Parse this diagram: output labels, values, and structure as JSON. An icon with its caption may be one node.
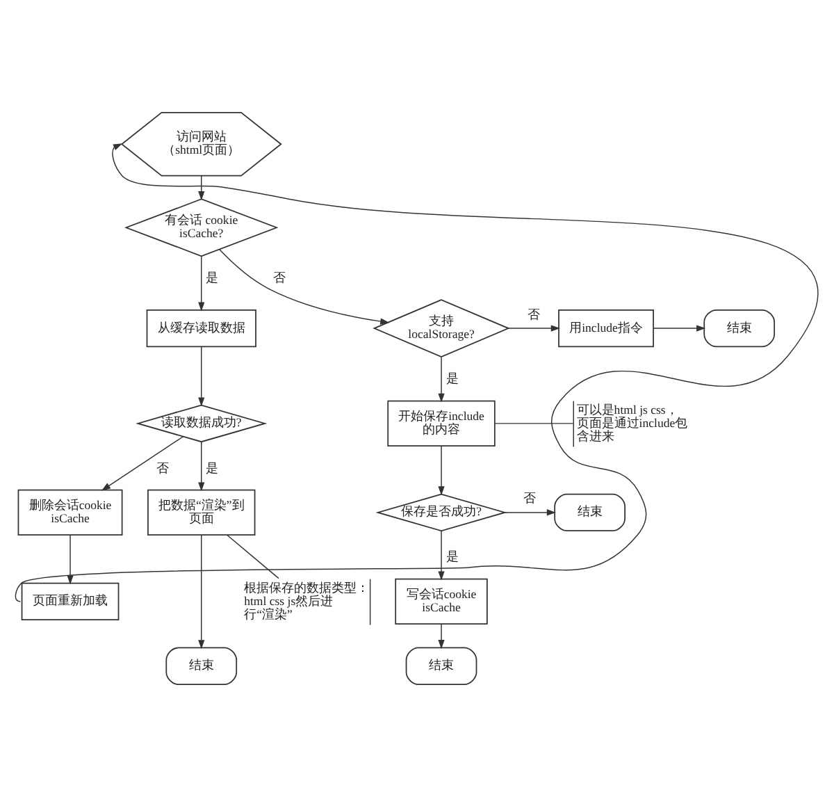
{
  "diagram": {
    "nodes": [
      {
        "text": [
          "访问网站（shtml页面）"
        ]
      },
      {
        "text": [
          "有会话 cookie isCache?"
        ]
      },
      {
        "text": [
          "从缓存读取数据"
        ]
      },
      {
        "text": [
          "支持localStorage?"
        ]
      },
      {
        "text": [
          "用include指令"
        ]
      },
      {
        "text": [
          "结束"
        ]
      },
      {
        "text": [
          "可以是html js css，页面是通过include包含进来"
        ]
      },
      {
        "text": [
          "读取数据成功?"
        ]
      },
      {
        "text": [
          "开始保存include的内容"
        ]
      },
      {
        "text": [
          "删除会话cookie isCache"
        ]
      },
      {
        "text": [
          "把数据“渲染”到页面"
        ]
      },
      {
        "text": [
          "保存是否成功?"
        ]
      },
      {
        "text": [
          "结束"
        ]
      },
      {
        "text": [
          "页面重新加载"
        ]
      },
      {
        "text": [
          "写会话cookie isCache"
        ]
      },
      {
        "text": [
          "根据保存的数据类型：html css js然后进行“渲染”"
        ]
      },
      {
        "text": [
          "结束"
        ]
      },
      {
        "text": [
          "结束"
        ]
      }
    ],
    "edges": [
      {
        "from": 0,
        "to": 1,
        "arrow": "to"
      },
      {
        "from": 1,
        "to": 2,
        "arrow": "to",
        "label": "是"
      },
      {
        "from": 1,
        "to": 3,
        "arrow": "to",
        "label": "否"
      },
      {
        "from": 3,
        "to": 4,
        "arrow": "to",
        "label": "否"
      },
      {
        "from": 4,
        "to": 5,
        "arrow": "to"
      },
      {
        "from": 3,
        "to": 8,
        "arrow": "to",
        "label": "是"
      },
      {
        "from": 6,
        "to": 8,
        "arrow": "none"
      },
      {
        "from": 2,
        "to": 7,
        "arrow": "to"
      },
      {
        "from": 7,
        "to": 9,
        "arrow": "to",
        "label": "否"
      },
      {
        "from": 7,
        "to": 10,
        "arrow": "to",
        "label": "是"
      },
      {
        "from": 9,
        "to": 13,
        "arrow": "to"
      },
      {
        "from": 13,
        "to": 0,
        "arrow": "to"
      },
      {
        "from": 8,
        "to": 11,
        "arrow": "to"
      },
      {
        "from": 11,
        "to": 12,
        "arrow": "to",
        "label": "否"
      },
      {
        "from": 11,
        "to": 14,
        "arrow": "to",
        "label": "是"
      },
      {
        "from": 15,
        "to": 10,
        "arrow": "none"
      },
      {
        "from": 10,
        "to": 16,
        "arrow": "to"
      },
      {
        "from": 14,
        "to": 17,
        "arrow": "to"
      }
    ]
  }
}
